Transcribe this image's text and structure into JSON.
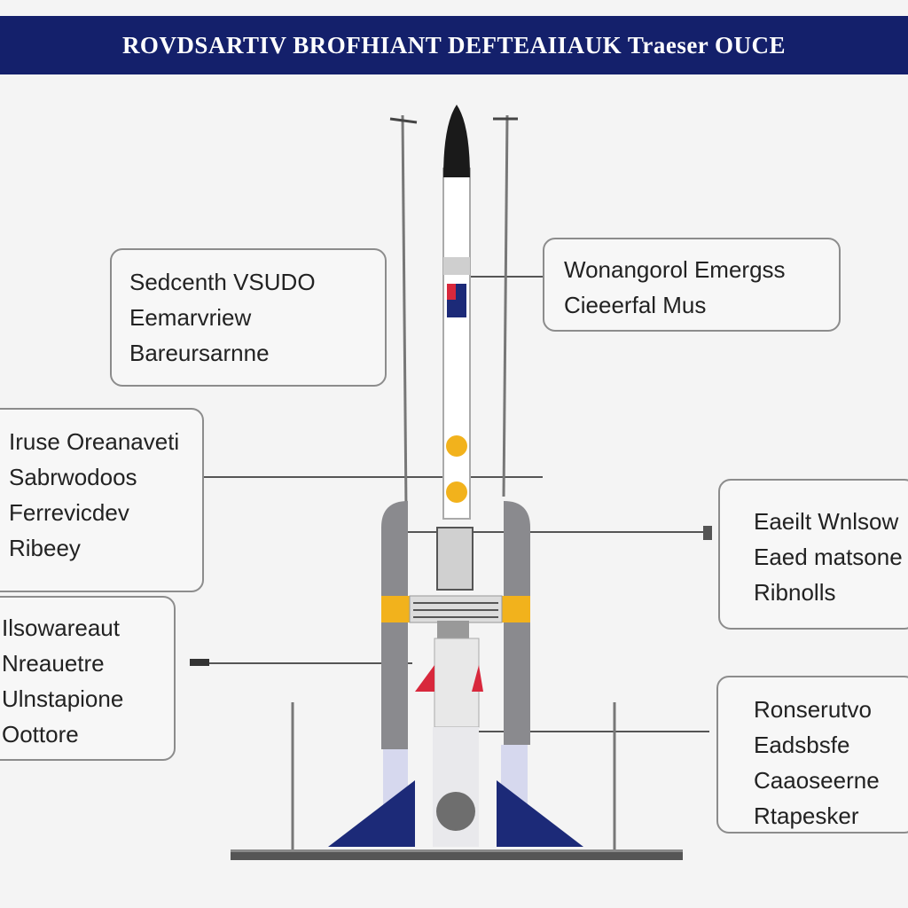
{
  "title": "ROVDSARTIV BROFHIANT DEFTEAIIAUK Traeser OUCE",
  "callouts": {
    "top_left": [
      "Sedcenth VSUDO",
      "Eemarvriew",
      "Bareursarnne"
    ],
    "top_right": [
      "Wonangorol Emergss",
      "Cieeerfal Mus"
    ],
    "mid_left": [
      "Iruse Oreanaveti",
      "Sabrwodoos",
      "Ferrevicdev",
      "Ribeey"
    ],
    "mid_right": [
      "Eaeilt Wnlsow",
      "Eaed matsone",
      "Ribnolls"
    ],
    "low_left": [
      "Ilsowareaut",
      "Nreauetre",
      "Ulnstapione",
      "Oottore"
    ],
    "low_right": [
      "Ronserutvo",
      "Eadsbsfe",
      "Caaoseerne",
      "Rtapesker"
    ]
  },
  "colors": {
    "title_bg": "#14206b",
    "navy": "#1c2a78",
    "accent_yellow": "#f2b21c",
    "accent_red": "#d8283c",
    "tower_grey": "#8a8a8e",
    "box_border": "#8c8c8c"
  }
}
